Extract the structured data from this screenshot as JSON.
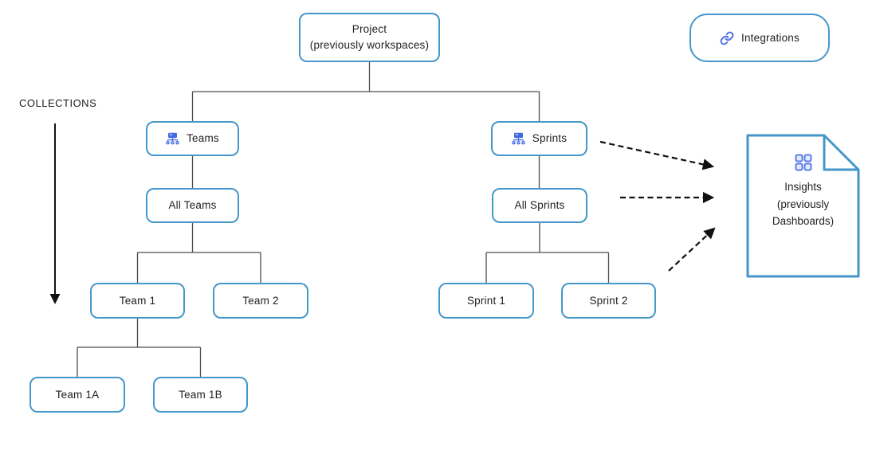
{
  "diagram": {
    "collections": {
      "label": "COLLECTIONS"
    },
    "nodes": {
      "project": {
        "label": "Project\n(previously workspaces)"
      },
      "integrations": {
        "label": "Integrations",
        "icon": "link-icon"
      },
      "teams": {
        "label": "Teams",
        "icon": "sitemap-icon"
      },
      "all_teams": {
        "label": "All Teams"
      },
      "team_1": {
        "label": "Team 1"
      },
      "team_2": {
        "label": "Team 2"
      },
      "team_1a": {
        "label": "Team 1A"
      },
      "team_1b": {
        "label": "Team 1B"
      },
      "sprints": {
        "label": "Sprints",
        "icon": "sitemap-icon"
      },
      "all_sprints": {
        "label": "All Sprints"
      },
      "sprint_1": {
        "label": "Sprint 1"
      },
      "sprint_2": {
        "label": "Sprint 2"
      },
      "insights": {
        "label": "Insights\n(previously\nDashboards)",
        "icon": "grid-icon"
      }
    },
    "edges": [
      {
        "from": "project",
        "to": "teams",
        "style": "solid"
      },
      {
        "from": "project",
        "to": "sprints",
        "style": "solid"
      },
      {
        "from": "teams",
        "to": "all_teams",
        "style": "solid"
      },
      {
        "from": "all_teams",
        "to": "team_1",
        "style": "solid"
      },
      {
        "from": "all_teams",
        "to": "team_2",
        "style": "solid"
      },
      {
        "from": "team_1",
        "to": "team_1a",
        "style": "solid"
      },
      {
        "from": "team_1",
        "to": "team_1b",
        "style": "solid"
      },
      {
        "from": "sprints",
        "to": "all_sprints",
        "style": "solid"
      },
      {
        "from": "all_sprints",
        "to": "sprint_1",
        "style": "solid"
      },
      {
        "from": "all_sprints",
        "to": "sprint_2",
        "style": "solid"
      },
      {
        "from": "sprints",
        "to": "insights",
        "style": "dashed-arrow"
      },
      {
        "from": "all_sprints",
        "to": "insights",
        "style": "dashed-arrow"
      },
      {
        "from": "sprint_2",
        "to": "insights",
        "style": "dashed-arrow"
      }
    ],
    "colors": {
      "node_border": "#4697ca",
      "document_border": "#4596c8",
      "icon_blue": "#4169e1",
      "grid_icon_blue": "#5b7ce8",
      "connector_line": "#4d4d4d",
      "arrow_black": "#111111",
      "text": "#212121"
    }
  }
}
